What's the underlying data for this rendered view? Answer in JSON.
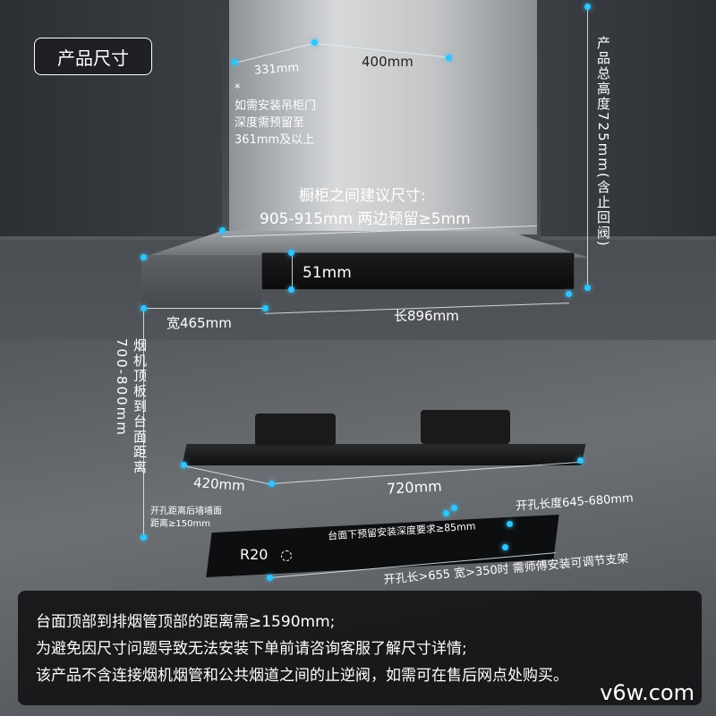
{
  "title": "产品尺寸",
  "labels": {
    "chimney_depth": "331mm",
    "chimney_width": "400mm",
    "cabinet_note": "*\n如需安装吊柜门\n深度需预留至\n361mm及以上",
    "total_height": "产品总高度725mm(含止回阀)",
    "cabinet_gap_line1": "橱柜之间建议尺寸:",
    "cabinet_gap_line2": "905-915mm 两边预留≥5mm",
    "panel_height": "51mm",
    "hood_width": "宽465mm",
    "hood_length": "长896mm",
    "hood_to_counter": "烟机顶板到台面距离700-800mm",
    "cooktop_depth": "420mm",
    "cooktop_length": "720mm",
    "hole_wall": "开孔距离后墙墙面\n距离≥150mm",
    "hole_length": "开孔长度645-680mm",
    "depth_req": "台面下预留安装深度要求≥85mm",
    "radius": "R20",
    "bracket_note": "开孔长>655 宽>350时 需师傅安装可调节支架"
  },
  "notes": [
    "台面顶部到排烟管顶部的距离需≥1590mm;",
    "为避免因尺寸问题导致无法安装下单前请咨询客服了解尺寸详情;",
    "该产品不含连接烟机烟管和公共烟道之间的止逆阀，如需可在售后网点处购买。"
  ],
  "watermark": "v6w.com",
  "colors": {
    "accent_dot": "#2ec5ff",
    "note_bg": "#141416"
  }
}
